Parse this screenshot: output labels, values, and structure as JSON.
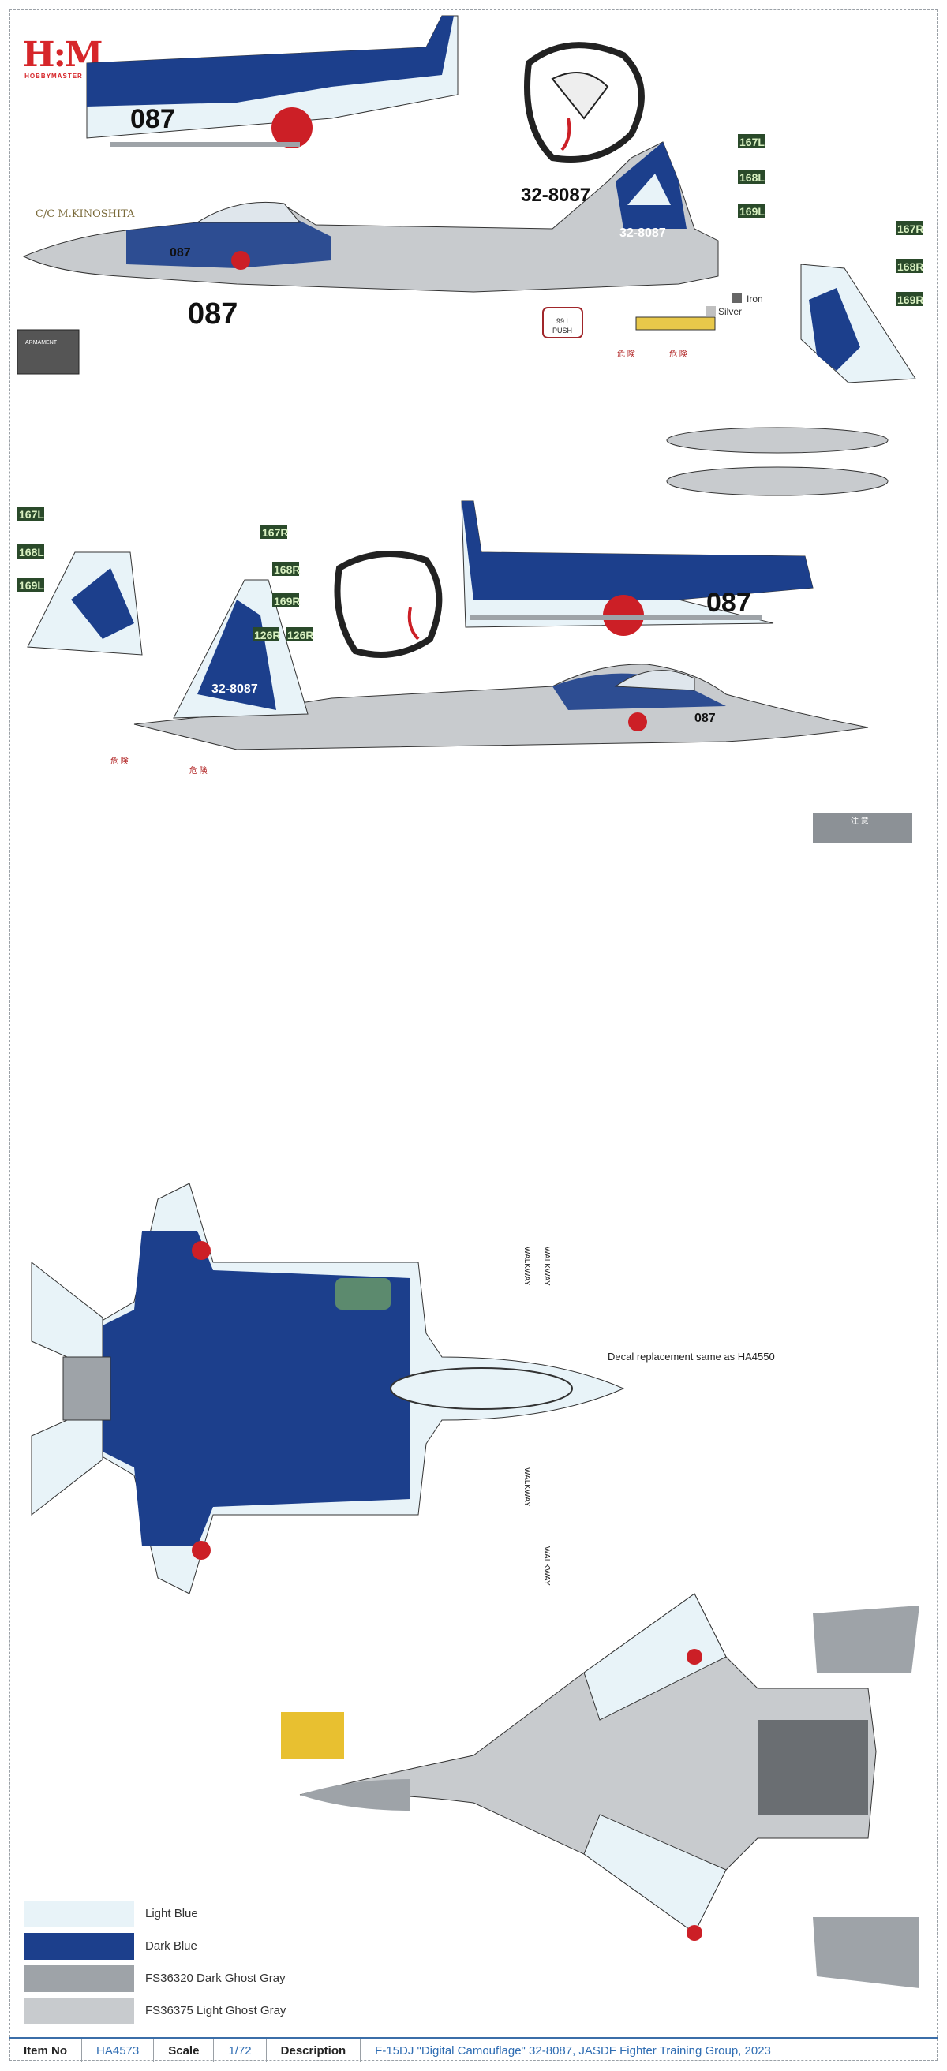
{
  "logo": {
    "mark": "H:M",
    "word": "HOBBYMASTER"
  },
  "crew_chief": "C/C M.KINOSHITA",
  "nose_number": "087",
  "serial": "32-8087",
  "tail_codes_left": [
    "167L",
    "168L",
    "169L"
  ],
  "tail_codes_right": [
    "167R",
    "168R",
    "169R"
  ],
  "tail_code_extra": [
    "126R",
    "126R"
  ],
  "stencil_push": "99 L\nPUSH",
  "stencil_armament": "ARMAMENT",
  "metal_labels": {
    "iron": "Iron",
    "silver": "Silver"
  },
  "warning_caution": "危 険",
  "warning_note": "注 意",
  "walkway": "WALKWAY",
  "replacement_note": "Decal replacement same as HA4550",
  "legend": [
    {
      "label": "Light Blue",
      "color": "#e8f3f8"
    },
    {
      "label": "Dark Blue",
      "color": "#1c3f8c"
    },
    {
      "label": "FS36320 Dark Ghost Gray",
      "color": "#9ea3a8"
    },
    {
      "label": "FS36375 Light Ghost Gray",
      "color": "#c8cbce"
    }
  ],
  "footer": {
    "item_no_label": "Item No",
    "item_no": "HA4573",
    "scale_label": "Scale",
    "scale": "1/72",
    "description_label": "Description",
    "description": "F-15DJ \"Digital Camouflage\" 32-8087, JASDF Fighter Training Group, 2023"
  },
  "colors": {
    "dark_blue": "#1c3f8c",
    "light_blue": "#e8f3f8",
    "dark_gray": "#9ea3a8",
    "light_gray": "#c8cbce",
    "hinomaru": "#cc1f26",
    "accent": "#2f6db3"
  }
}
